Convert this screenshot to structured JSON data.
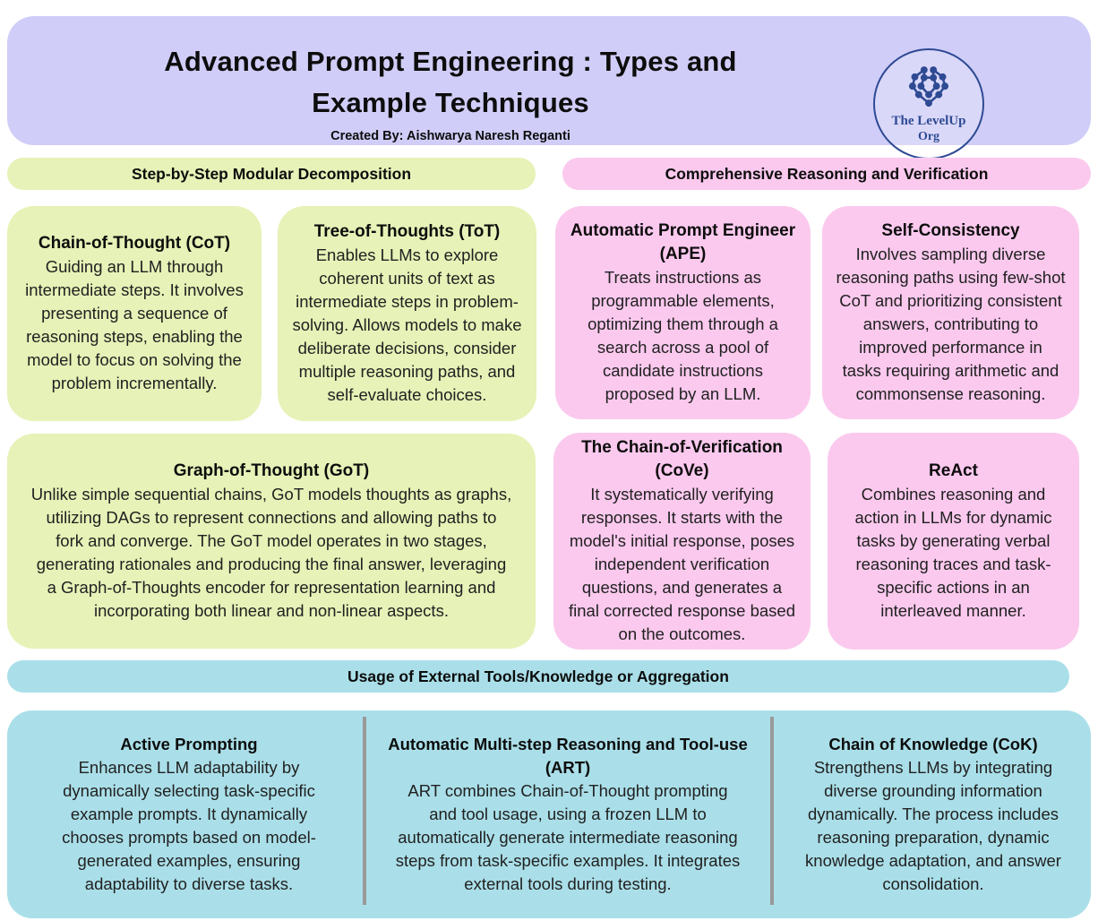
{
  "header": {
    "title": "Advanced Prompt Engineering : Types and\nExample Techniques",
    "subtitle": "Created By: Aishwarya Naresh Reganti",
    "logo": {
      "line1": "The LevelUp",
      "line2": "Org",
      "icon": "network-nodes-icon"
    }
  },
  "colors": {
    "header_bg": "#d0cdf8",
    "green": "#e6f2b7",
    "pink": "#fbc9ee",
    "cyan": "#aadfe9",
    "logo_navy": "#2e4a93",
    "divider_gray": "#999999"
  },
  "section_headers": {
    "left": "Step-by-Step Modular Decomposition",
    "right": "Comprehensive Reasoning and Verification",
    "bottom": "Usage of External Tools/Knowledge or Aggregation"
  },
  "cards": {
    "cot": {
      "title": "Chain-of-Thought (CoT)",
      "body": "Guiding an LLM through\nintermediate steps. It involves\npresenting a sequence of\nreasoning steps, enabling the\nmodel to focus on solving the\nproblem incrementally."
    },
    "tot": {
      "title": "Tree-of-Thoughts (ToT)",
      "body": "Enables LLMs to explore\ncoherent units of text as\nintermediate steps in problem-\nsolving. Allows models to make\ndeliberate decisions, consider\nmultiple reasoning paths, and\nself-evaluate choices."
    },
    "ape": {
      "title": "Automatic Prompt Engineer\n(APE)",
      "body": "Treats instructions as\nprogrammable elements,\noptimizing them through a\nsearch across a pool of\ncandidate instructions\nproposed by an LLM."
    },
    "self_consistency": {
      "title": "Self-Consistency",
      "body": "Involves sampling diverse\nreasoning paths using few-shot\nCoT and prioritizing consistent\nanswers, contributing to\nimproved performance in\ntasks requiring arithmetic and\ncommonsense reasoning."
    },
    "got": {
      "title": "Graph-of-Thought (GoT)",
      "body": "Unlike simple sequential chains, GoT models thoughts as graphs,\nutilizing DAGs to represent connections and allowing paths to\nfork and converge. The GoT  model operates in two stages,\ngenerating rationales and producing the final answer, leveraging\na Graph-of-Thoughts encoder for representation learning and\nincorporating both linear and non-linear aspects."
    },
    "cove": {
      "title": "The Chain-of-Verification\n(CoVe)",
      "body": "It  systematically verifying\nresponses. It starts with the\nmodel's initial response, poses\nindependent verification\nquestions, and generates a\nfinal corrected response based\non the outcomes."
    },
    "react": {
      "title": "ReAct",
      "body": "Combines reasoning and\naction in LLMs for dynamic\ntasks by generating verbal\nreasoning traces and task-\nspecific actions in an\ninterleaved manner."
    }
  },
  "bottom_columns": [
    {
      "title": "Active Prompting",
      "body": "Enhances LLM adaptability by\ndynamically selecting task-specific\nexample prompts. It dynamically\nchooses prompts based on model-\ngenerated examples, ensuring\nadaptability to diverse tasks."
    },
    {
      "title": "Automatic Multi-step Reasoning and Tool-use\n(ART)",
      "body": "ART combines Chain-of-Thought prompting\nand tool usage, using a frozen LLM to\nautomatically generate intermediate reasoning\nsteps from task-specific examples. It integrates\nexternal tools during testing."
    },
    {
      "title": "Chain of Knowledge (CoK)",
      "body": "Strengthens LLMs by integrating\ndiverse grounding information\ndynamically. The process includes\nreasoning preparation, dynamic\nknowledge adaptation, and answer\nconsolidation."
    }
  ]
}
